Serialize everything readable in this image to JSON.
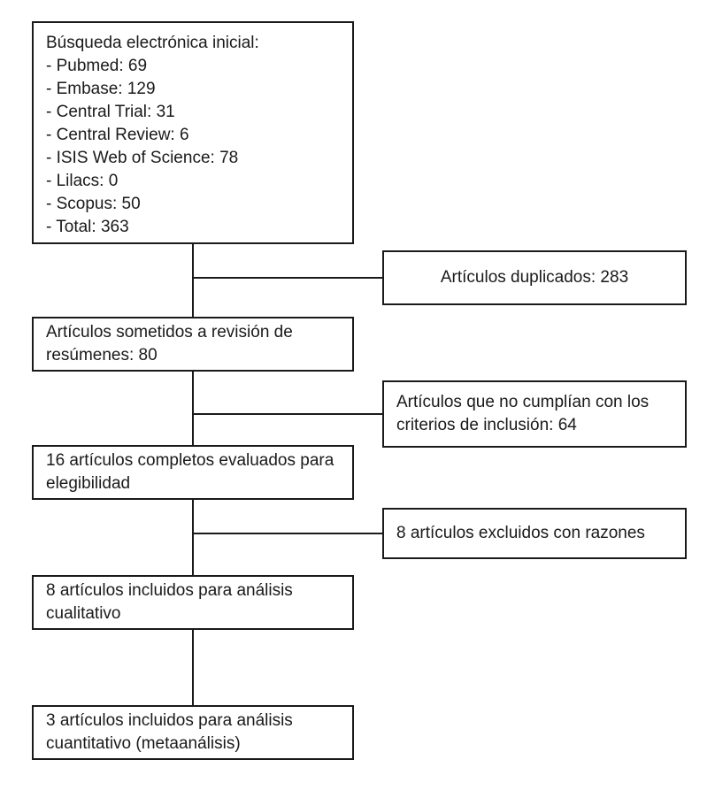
{
  "diagram": {
    "type": "prisma-flowchart",
    "line_color": "#1a1a1a",
    "background_color": "#ffffff",
    "boxes": {
      "initial_search": "Búsqueda electrónica inicial:\n- Pubmed: 69\n- Embase: 129\n- Central Trial: 31\n- Central Review: 6\n- ISIS Web of Science: 78\n- Lilacs: 0\n- Scopus: 50\n- Total: 363",
      "duplicated": "Artículos duplicados: 283",
      "abstract_review": "Artículos sometidos a revisión de resúmenes: 80",
      "exclusion_criteria": "Artículos que no cumplían con los criterios de inclusión:  64",
      "full_text": "16 artículos completos evaluados para elegibilidad",
      "excluded_reasons": "8 artículos excluidos con razones",
      "qualitative": "8 artículos incluidos para análisis cualitativo",
      "quantitative": "3 artículos incluidos para análisis cuantitativo (metaanálisis)"
    }
  }
}
